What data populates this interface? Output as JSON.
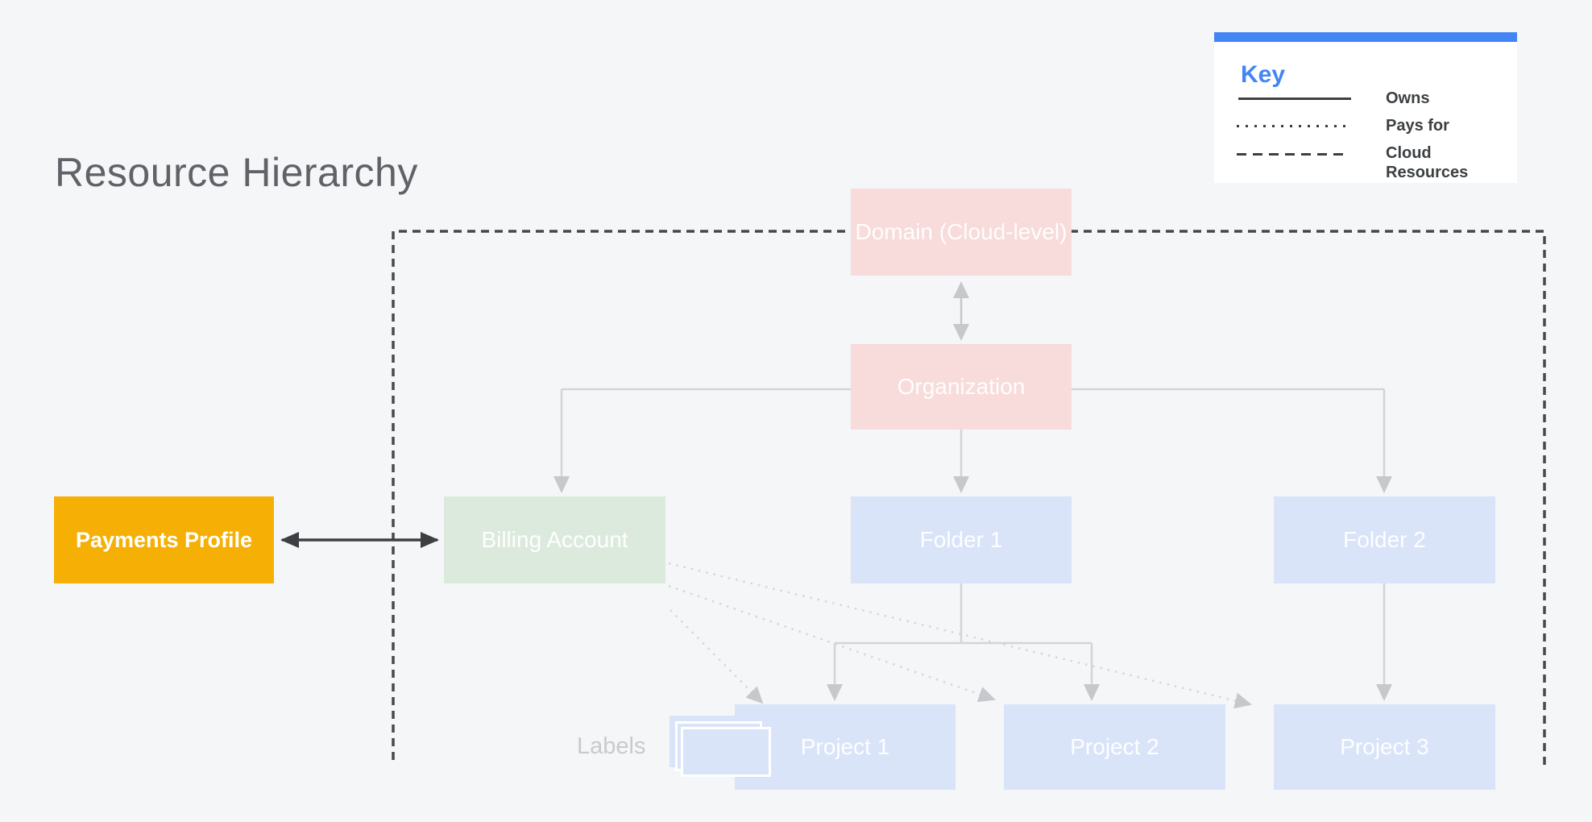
{
  "title": "Resource Hierarchy",
  "legend": {
    "title": "Key",
    "items": [
      {
        "style": "solid",
        "label": "Owns"
      },
      {
        "style": "dotted",
        "label": "Pays for"
      },
      {
        "style": "dashed",
        "label": "Cloud Resources"
      }
    ]
  },
  "nodes": {
    "domain": {
      "label": "Domain (Cloud-level)",
      "fill": "#F8DBDB"
    },
    "organization": {
      "label": "Organization",
      "fill": "#F8DBDB"
    },
    "billing_account": {
      "label": "Billing Account",
      "fill": "#DCEADD"
    },
    "folder1": {
      "label": "Folder 1",
      "fill": "#D9E4F9"
    },
    "folder2": {
      "label": "Folder 2",
      "fill": "#D9E4F9"
    },
    "project1": {
      "label": "Project 1",
      "fill": "#D9E4F9"
    },
    "project2": {
      "label": "Project 2",
      "fill": "#D9E4F9"
    },
    "project3": {
      "label": "Project 3",
      "fill": "#D9E4F9"
    },
    "payments_profile": {
      "label": "Payments Profile",
      "fill": "#F6B005"
    }
  },
  "annotations": {
    "labels": "Labels"
  },
  "colors": {
    "background": "#F5F6F8",
    "title_text": "#5F6368",
    "legend_accent": "#4285F4",
    "legend_text": "#3C4043",
    "connector_light": "#D2D4D7",
    "connector_dark": "#3C4043",
    "boundary_dash": "#47484B",
    "node_text": "#FFFFFF"
  }
}
